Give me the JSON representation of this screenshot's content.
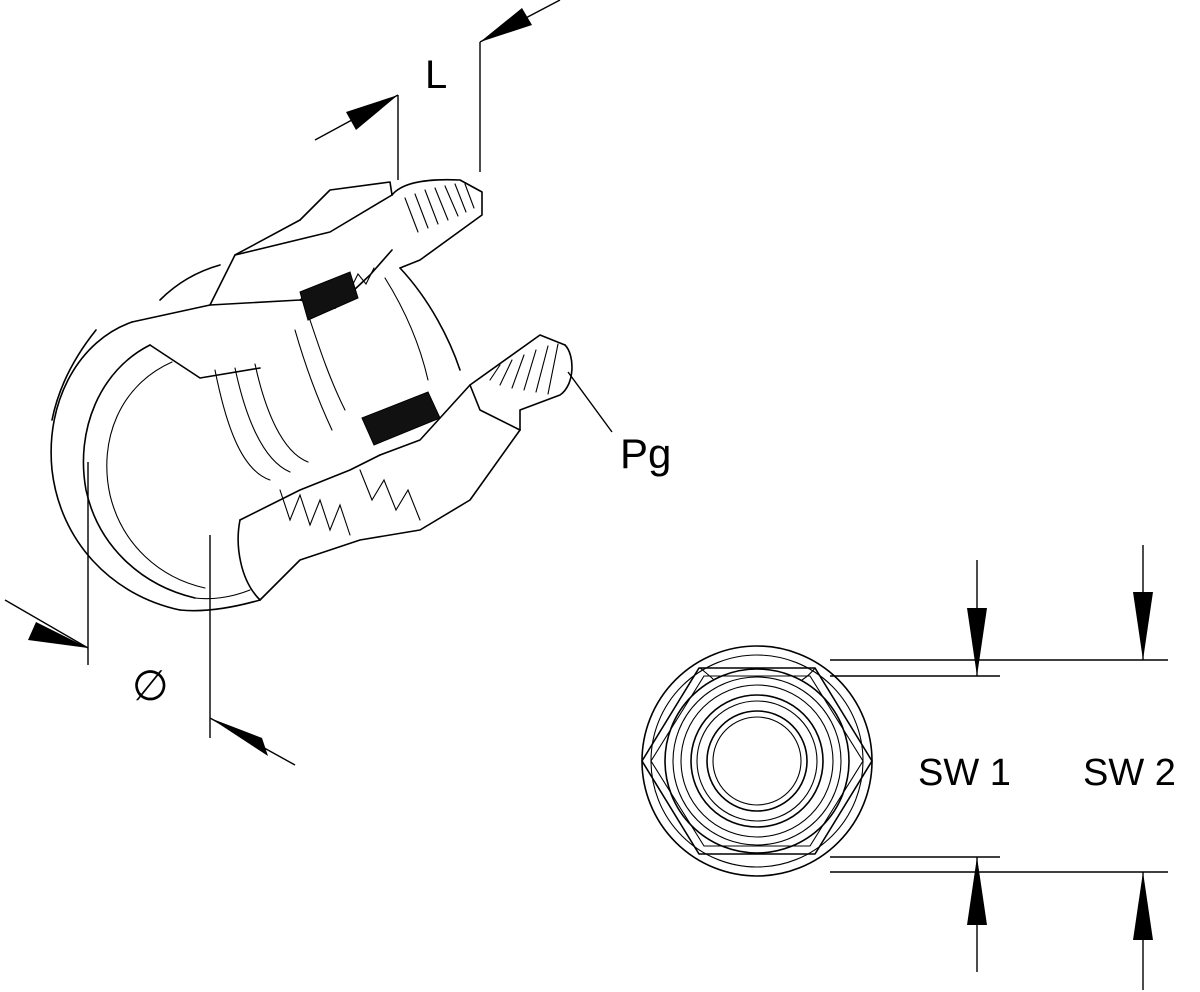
{
  "labels": {
    "length": "L",
    "thread": "Pg",
    "diameter": "∅",
    "wrench_size_1": "SW 1",
    "wrench_size_2": "SW 2"
  },
  "colors": {
    "line": "#000000",
    "background": "#ffffff"
  }
}
